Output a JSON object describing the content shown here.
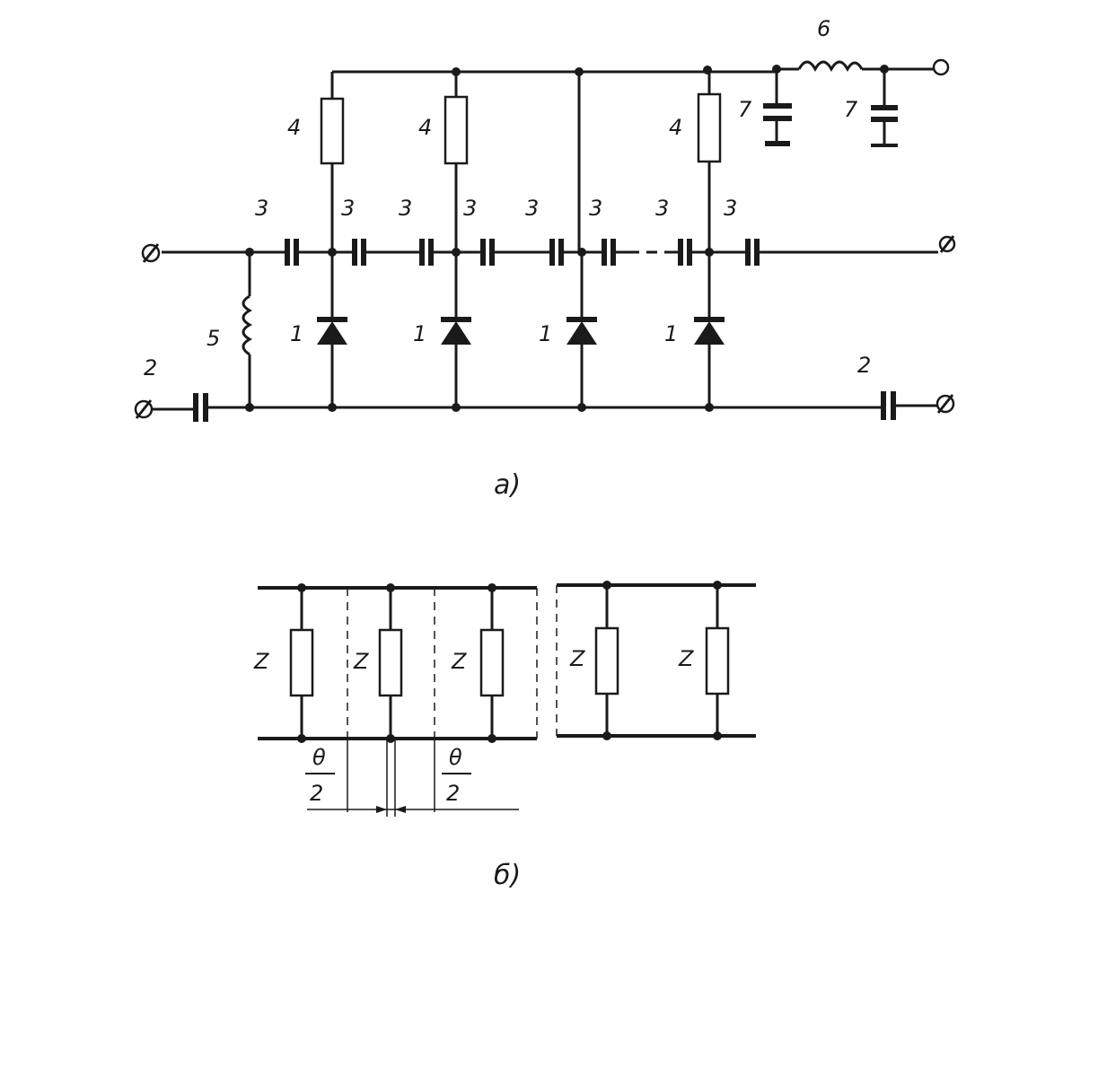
{
  "diagram_a": {
    "caption": "а)",
    "labels": {
      "diode": "1",
      "capacitor_end": "2",
      "capacitor_series": "3",
      "resistor": "4",
      "inductor_input": "5",
      "inductor_bias": "6",
      "capacitor_filter": "7"
    }
  },
  "diagram_b": {
    "caption": "б)",
    "impedance_label": "Z",
    "fraction_numerator": "θ",
    "fraction_denominator": "2"
  }
}
